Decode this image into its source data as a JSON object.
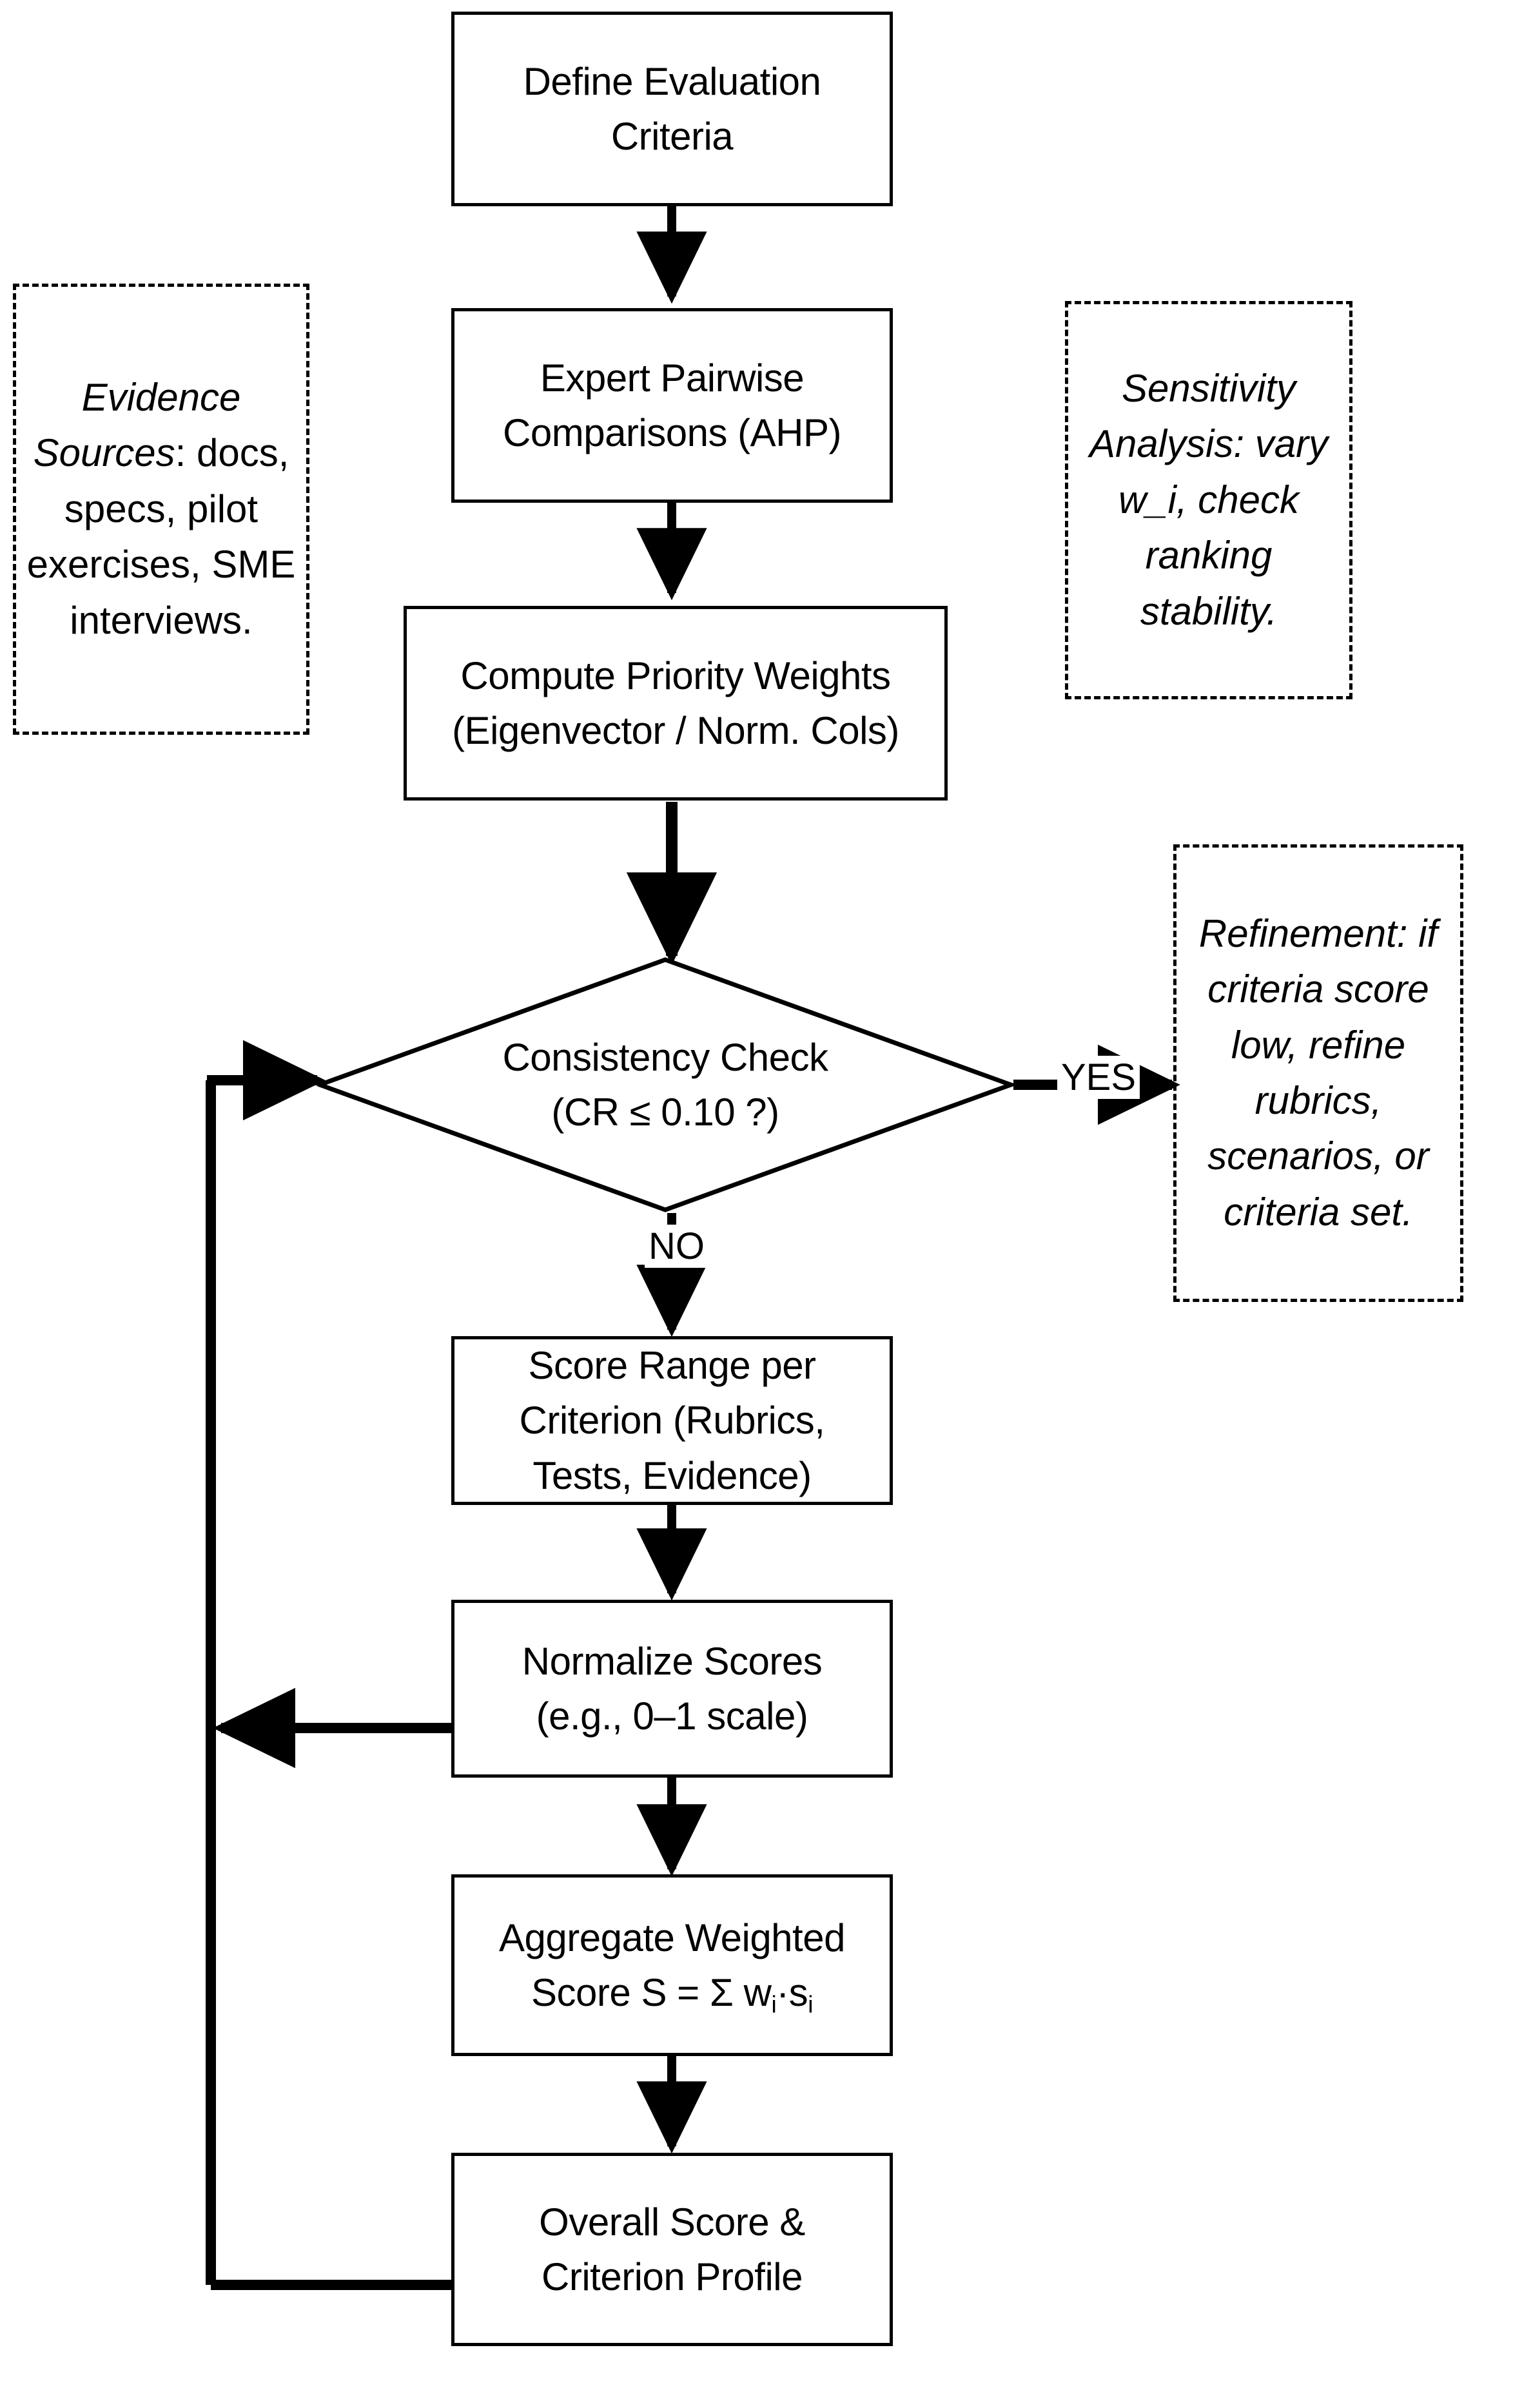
{
  "diagram": {
    "title": "AHP-based weighted evaluation flowchart",
    "type": "flowchart",
    "background_color": "#ffffff",
    "line_color": "#000000"
  },
  "nodes": {
    "define_criteria": {
      "label": "Define Evaluation\nCriteria",
      "shape": "process"
    },
    "pairwise": {
      "label": "Expert Pairwise\nComparisons (AHP)",
      "shape": "process"
    },
    "weights": {
      "label": "Compute Priority Weights\n(Eigenvector / Norm. Cols)",
      "shape": "process"
    },
    "consistency": {
      "label": "Consistency Check\n(CR ≤ 0.10 ?)",
      "shape": "decision"
    },
    "score_range": {
      "label": "Score Range per\nCriterion (Rubrics,\nTests, Evidence)",
      "shape": "process"
    },
    "normalize": {
      "label": "Normalize Scores\n(e.g., 0–1 scale)",
      "shape": "process"
    },
    "aggregate_line1": "Aggregate Weighted",
    "aggregate_line2_a": "Score S = Σ w",
    "aggregate_line2_sub1": "i",
    "aggregate_line2_b": "·s",
    "aggregate_line2_sub2": "i",
    "overall": {
      "label": "Overall Score &\nCriterion Profile",
      "shape": "process"
    }
  },
  "edge_labels": {
    "yes": "YES",
    "no": "NO"
  },
  "notes": {
    "evidence": {
      "lead": "Evidence Sources",
      "body": ": docs, specs, pilot exercises, SME interviews."
    },
    "sensitivity": {
      "text": "Sensitivity Analysis: vary w_i, check ranking stability."
    },
    "refinement": {
      "text": "Refinement: if criteria score low, refine rubrics, scenarios, or criteria set."
    }
  },
  "chart_data": {
    "type": "flowchart",
    "title": "AHP-based weighted evaluation flowchart",
    "nodes": [
      {
        "id": "define_criteria",
        "label": "Define Evaluation Criteria",
        "shape": "rectangle"
      },
      {
        "id": "pairwise",
        "label": "Expert Pairwise Comparisons (AHP)",
        "shape": "rectangle"
      },
      {
        "id": "weights",
        "label": "Compute Priority Weights (Eigenvector / Norm. Cols)",
        "shape": "rectangle"
      },
      {
        "id": "consistency",
        "label": "Consistency Check (CR ≤ 0.10 ?)",
        "shape": "diamond"
      },
      {
        "id": "score_range",
        "label": "Score Range per Criterion (Rubrics, Tests, Evidence)",
        "shape": "rectangle"
      },
      {
        "id": "normalize",
        "label": "Normalize Scores (e.g., 0–1 scale)",
        "shape": "rectangle"
      },
      {
        "id": "aggregate",
        "label": "Aggregate Weighted Score S = Σ wᵢ·sᵢ",
        "shape": "rectangle"
      },
      {
        "id": "overall",
        "label": "Overall Score & Criterion Profile",
        "shape": "rectangle"
      },
      {
        "id": "evidence_note",
        "label": "Evidence Sources: docs, specs, pilot exercises, SME interviews.",
        "shape": "dashed-note"
      },
      {
        "id": "sensitivity_note",
        "label": "Sensitivity Analysis: vary w_i, check ranking stability.",
        "shape": "dashed-note"
      },
      {
        "id": "refinement_note",
        "label": "Refinement: if criteria score low, refine rubrics, scenarios, or criteria set.",
        "shape": "dashed-note"
      }
    ],
    "edges": [
      {
        "from": "define_criteria",
        "to": "pairwise",
        "label": ""
      },
      {
        "from": "pairwise",
        "to": "weights",
        "label": ""
      },
      {
        "from": "weights",
        "to": "consistency",
        "label": ""
      },
      {
        "from": "consistency",
        "to": "refinement_note",
        "label": "YES"
      },
      {
        "from": "consistency",
        "to": "score_range",
        "label": "NO"
      },
      {
        "from": "score_range",
        "to": "normalize",
        "label": ""
      },
      {
        "from": "normalize",
        "to": "aggregate",
        "label": ""
      },
      {
        "from": "aggregate",
        "to": "overall",
        "label": ""
      },
      {
        "from": "normalize",
        "to": "consistency",
        "label": ""
      },
      {
        "from": "overall",
        "to": "consistency",
        "label": ""
      }
    ]
  }
}
